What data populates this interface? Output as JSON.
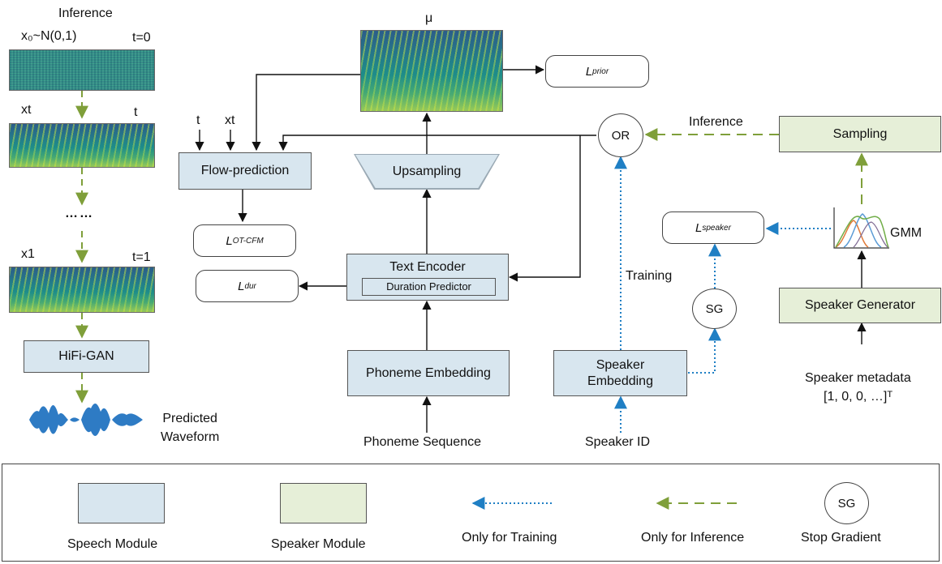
{
  "inference_column": {
    "title": "Inference",
    "x0_label": "x₀~N(0,1)",
    "t0_label": "t=0",
    "xt_label": "xt",
    "t_label": "t",
    "ellipsis": "……",
    "x1_label": "x1",
    "t1_label": "t=1",
    "hifigan": "HiFi-GAN",
    "waveform_label": "Predicted\nWaveform"
  },
  "speech_path": {
    "mu": "μ",
    "flow_prediction": "Flow-prediction",
    "flow_input_t": "t",
    "flow_input_xt": "xt",
    "upsampling": "Upsampling",
    "text_encoder": "Text Encoder",
    "duration_predictor": "Duration Predictor",
    "phoneme_embedding": "Phoneme Embedding",
    "phoneme_sequence": "Phoneme Sequence"
  },
  "losses": {
    "prior": {
      "base": "L",
      "sub": "prior"
    },
    "ot_cfm": {
      "base": "L",
      "sub": "OT-CFM"
    },
    "dur": {
      "base": "L",
      "sub": "dur"
    },
    "speaker": {
      "base": "L",
      "sub": "speaker"
    }
  },
  "speaker_path": {
    "or": "OR",
    "inference_label": "Inference",
    "training_label": "Training",
    "sampling": "Sampling",
    "gmm": "GMM",
    "sg": "SG",
    "speaker_generator": "Speaker Generator",
    "speaker_embedding": "Speaker\nEmbedding",
    "speaker_id": "Speaker ID",
    "speaker_metadata": "Speaker metadata",
    "metadata_vector": "[1, 0, 0, …]ᵀ"
  },
  "legend": {
    "speech_module": "Speech Module",
    "speaker_module": "Speaker Module",
    "only_training": "Only for Training",
    "only_inference": "Only for Inference",
    "sg": "SG",
    "stop_gradient": "Stop Gradient"
  },
  "colors": {
    "speech_fill": "#d8e6ef",
    "speaker_fill": "#e6efd8",
    "training_arrow": "#1f7fc4",
    "inference_arrow": "#7f9f3a",
    "solid_arrow": "#111111"
  }
}
